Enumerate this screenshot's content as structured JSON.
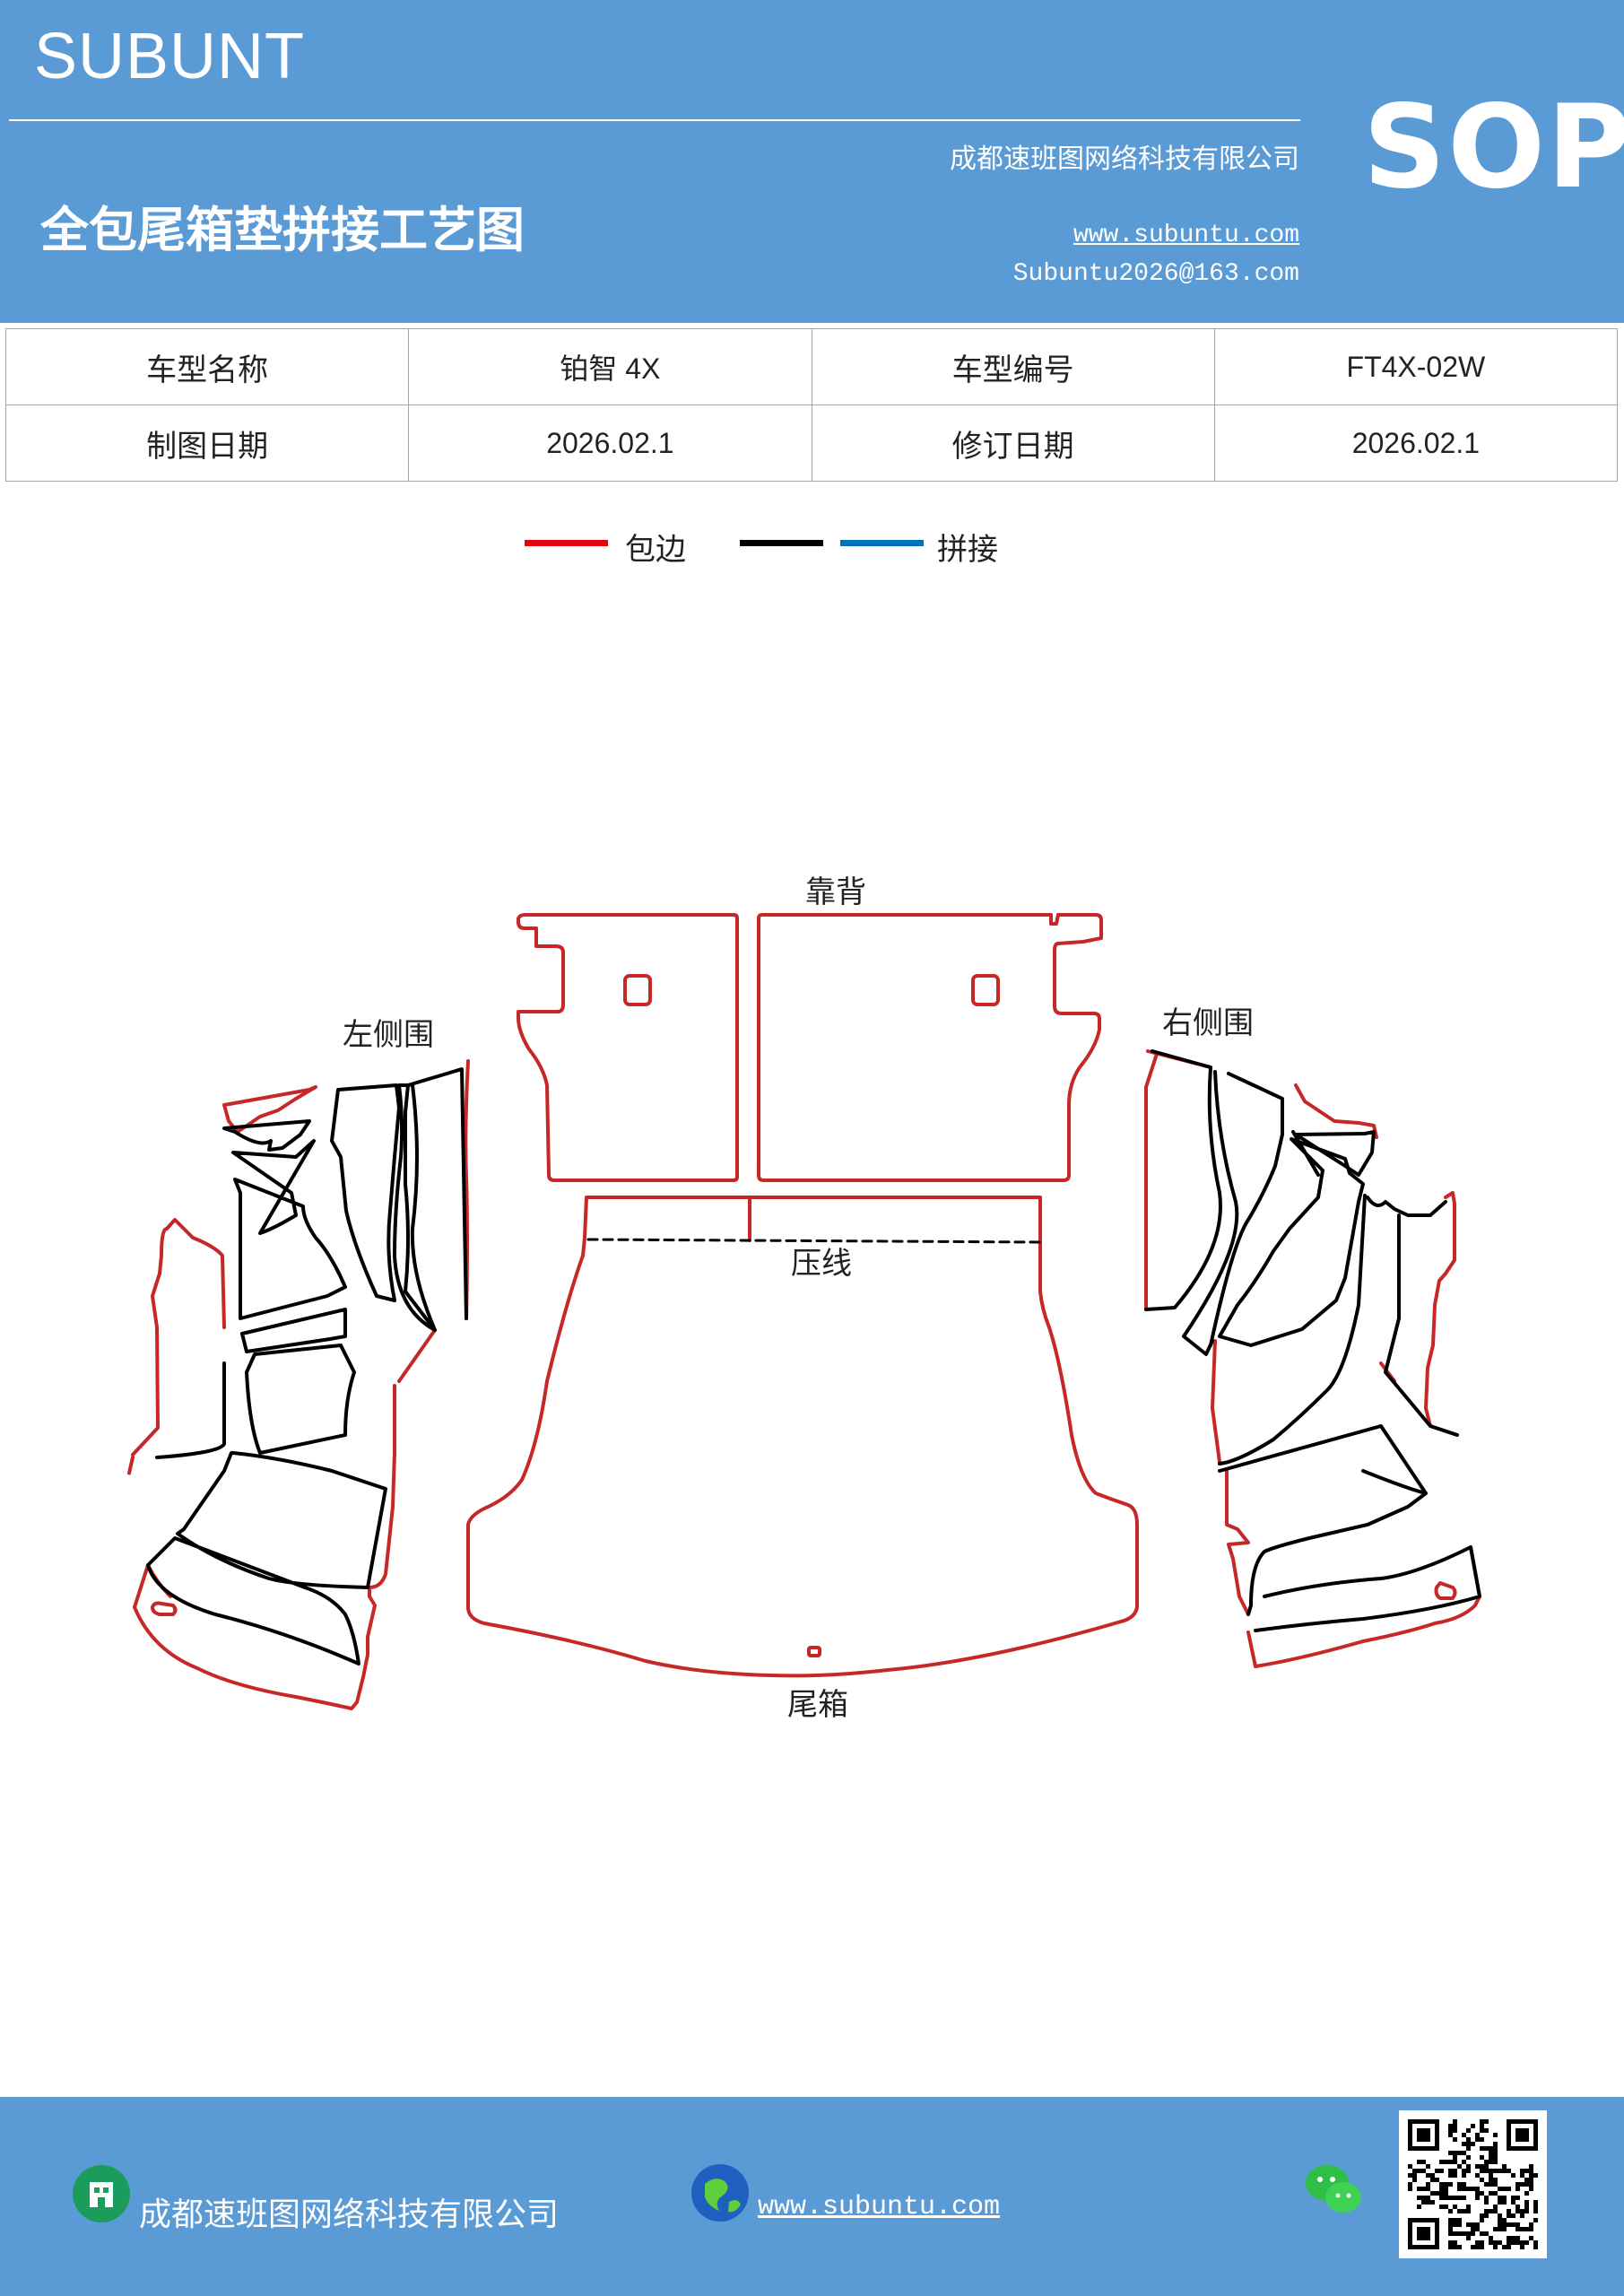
{
  "header": {
    "brand": "SUBUNT",
    "title": "全包尾箱垫拼接工艺图",
    "company": "成都速班图网络科技有限公司",
    "website": "www.subuntu.com",
    "email": "Subuntu2026@163.com",
    "badge": "SOP"
  },
  "info_table": {
    "rows": [
      [
        "车型名称",
        "铂智 4X",
        "车型编号",
        "FT4X-02W"
      ],
      [
        "制图日期",
        "2026.02.1",
        "修订日期",
        "2026.02.1"
      ]
    ]
  },
  "legend": {
    "items": [
      {
        "label": "包边",
        "color": "#e60012"
      },
      {
        "label": "",
        "color": "#000000"
      },
      {
        "label": "拼接",
        "color": "#0070c0"
      }
    ]
  },
  "diagram": {
    "labels": {
      "backrest": "靠背",
      "left_side": "左侧围",
      "right_side": "右侧围",
      "press_line": "压线",
      "trunk": "尾箱"
    },
    "colors": {
      "edge": "#c62828",
      "seam": "#000000"
    }
  },
  "footer": {
    "company": "成都速班图网络科技有限公司",
    "website": "www.subuntu.com",
    "icons": [
      "building-icon",
      "globe-icon",
      "wechat-icon",
      "qr-code"
    ]
  }
}
